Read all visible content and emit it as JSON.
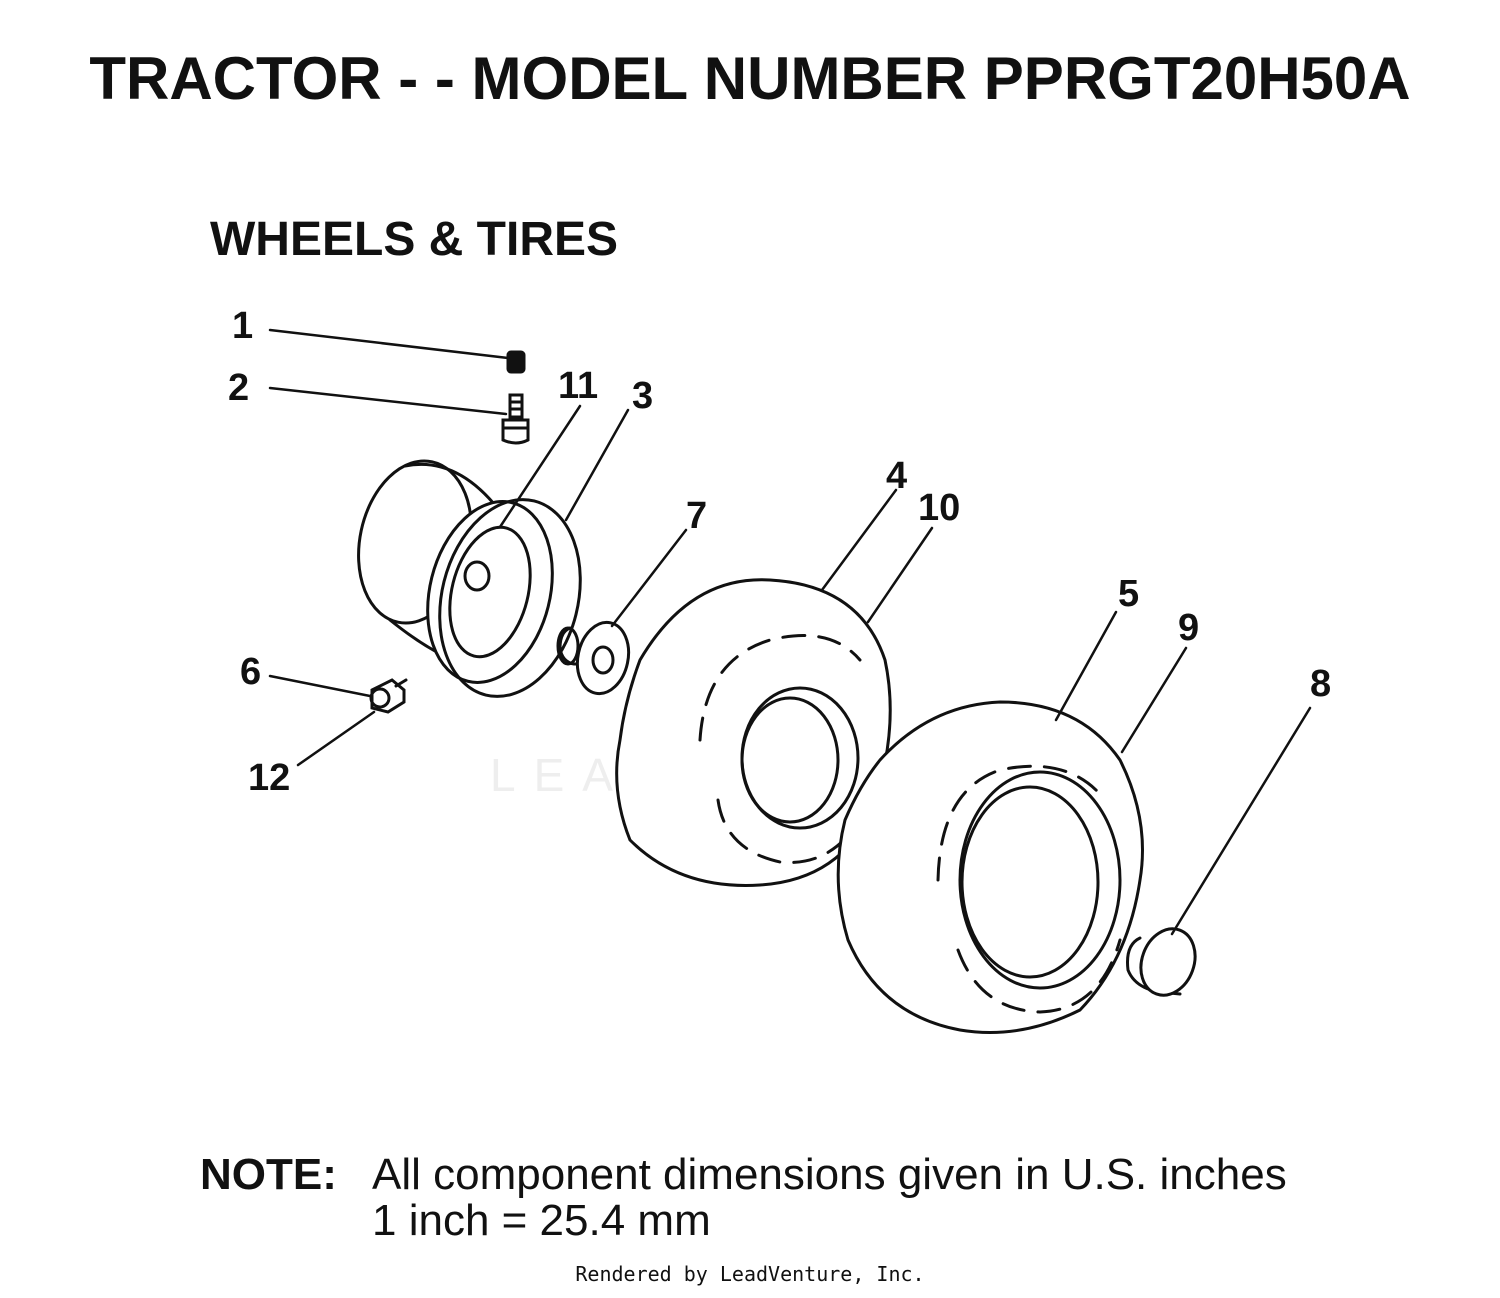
{
  "title": "TRACTOR - - MODEL NUMBER PPRGT20H50A",
  "subtitle": "WHEELS & TIRES",
  "callouts": {
    "c1": "1",
    "c2": "2",
    "c3": "3",
    "c4": "4",
    "c5": "5",
    "c6": "6",
    "c7": "7",
    "c8": "8",
    "c9": "9",
    "c10": "10",
    "c11": "11",
    "c12": "12"
  },
  "note": {
    "label": "NOTE:",
    "line1": "All component dimensions given in U.S. inches",
    "line2": "1 inch = 25.4 mm"
  },
  "watermark": "LEADVENTURE",
  "footer": "Rendered by LeadVenture, Inc."
}
